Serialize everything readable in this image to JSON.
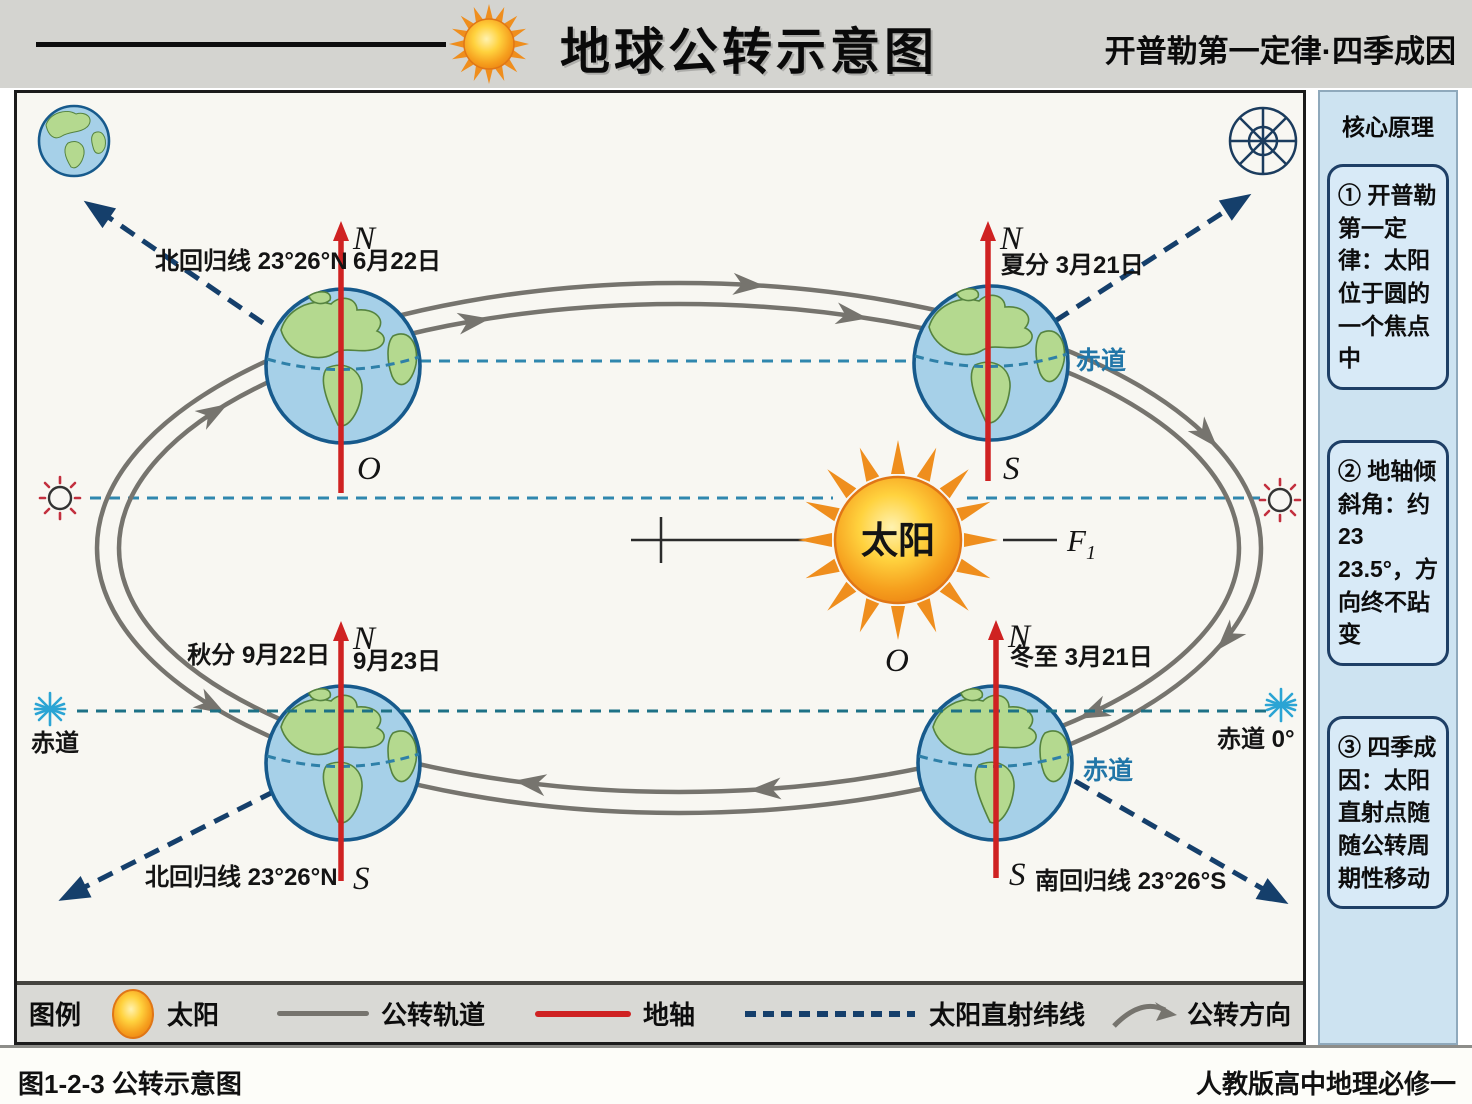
{
  "header": {
    "title": "地球公转示意图",
    "subtitle": "开普勒第一定律·四季成因"
  },
  "sidebar": {
    "title": "核心原理",
    "boxes": [
      {
        "text": "① 开普勒第一定律：太阳位于圆的一个焦点中"
      },
      {
        "text": "② 地轴倾斜角：约23 23.5°，方向终不跕变"
      },
      {
        "text": "③ 四季成因：太阳直射点随随公转周期性移动"
      }
    ]
  },
  "diagram": {
    "sun": "太阳",
    "sun_point": "O",
    "focus": "F",
    "focus_sub": "1",
    "earth_top_left": {
      "pole_top": "N",
      "pole_bottom": "O",
      "date": "6月22日",
      "tropic": "北回归线 23°26°N"
    },
    "earth_top_right": {
      "pole_top": "N",
      "pole_bottom": "S",
      "season": "夏分 3月21日",
      "equator": "赤道"
    },
    "earth_bottom_left": {
      "pole_top": "N",
      "pole_bottom": "S",
      "season": "秋分 9月22日",
      "date": "9月23日",
      "tropic": "北回归线 23°26°N"
    },
    "earth_bottom_right": {
      "pole_top": "N",
      "pole_bottom": "S",
      "season": "冬至 3月21日",
      "equator": "赤道",
      "tropic": "南回归线 23°26°S"
    },
    "left_equator": "赤道",
    "right_equator": "赤道 0°"
  },
  "legend": {
    "title": "图例",
    "sun": "太阳",
    "orbit": "公转轨道",
    "axis": "地轴",
    "ray": "太阳直射纬线",
    "direction": "公转方向"
  },
  "footer": {
    "left": "图1-2-3 公转示意图",
    "right": "人教版高中地理必修一"
  },
  "colors": {
    "header_bg": "#d4d4d0",
    "sidebar_bg": "#cde3f1",
    "box_border": "#1e3f66",
    "orbit_gray": "#76746e",
    "axis_red": "#cf2222",
    "equator_teal": "#2f87ae",
    "ray_navy": "#153f6b",
    "sun_orange": "#f6a01e",
    "earth_ocean": "#a6d0e8",
    "earth_land": "#b4d98f"
  }
}
